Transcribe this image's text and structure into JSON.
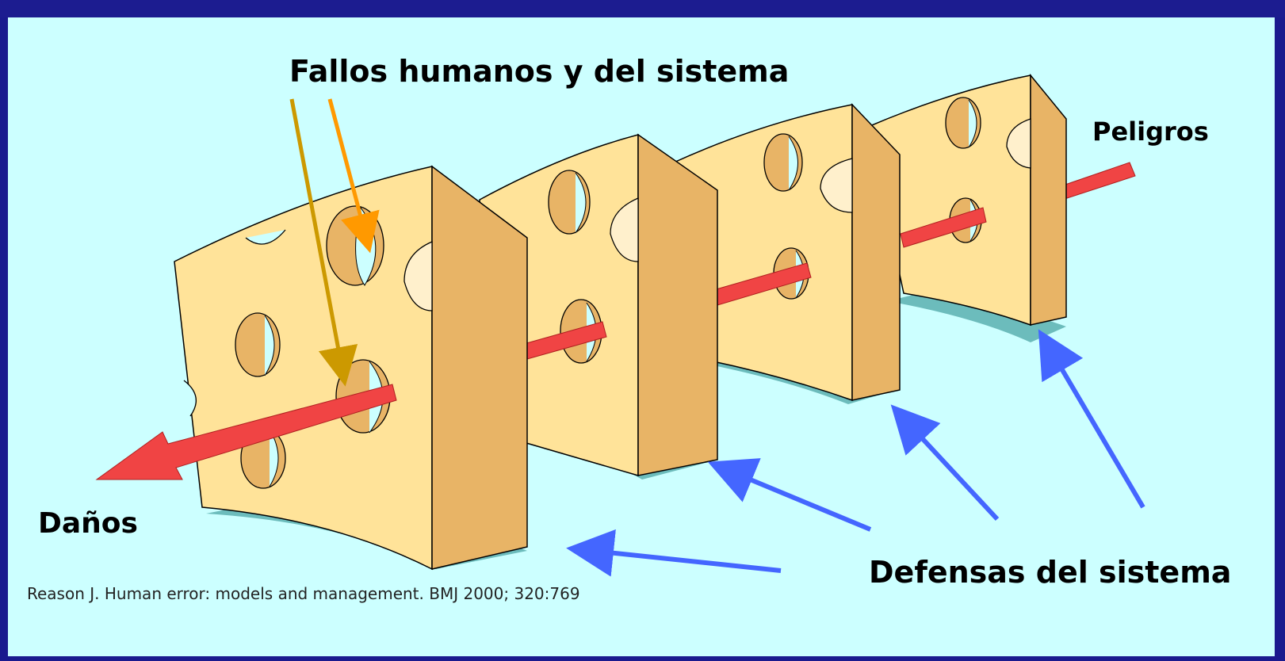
{
  "labels": {
    "human_system_failures": "Fallos humanos y del sistema",
    "hazards": "Peligros",
    "damages": "Daños",
    "system_defenses": "Defensas del sistema"
  },
  "citation": "Reason J. Human error: models and management. BMJ 2000; 320:769",
  "colors": {
    "panel_background": "#ccffff",
    "frame": "#1a1a8e",
    "cheese_face": "#ffe399",
    "cheese_side": "#e8b466",
    "hole_inner": "#ccffff",
    "shadow": "#6cbcbc",
    "hazard_arrow": "#f04444",
    "failure_arrow_1": "#cc9900",
    "failure_arrow_2": "#ff9900",
    "defense_arrow": "#4466ff"
  },
  "slices": 4
}
